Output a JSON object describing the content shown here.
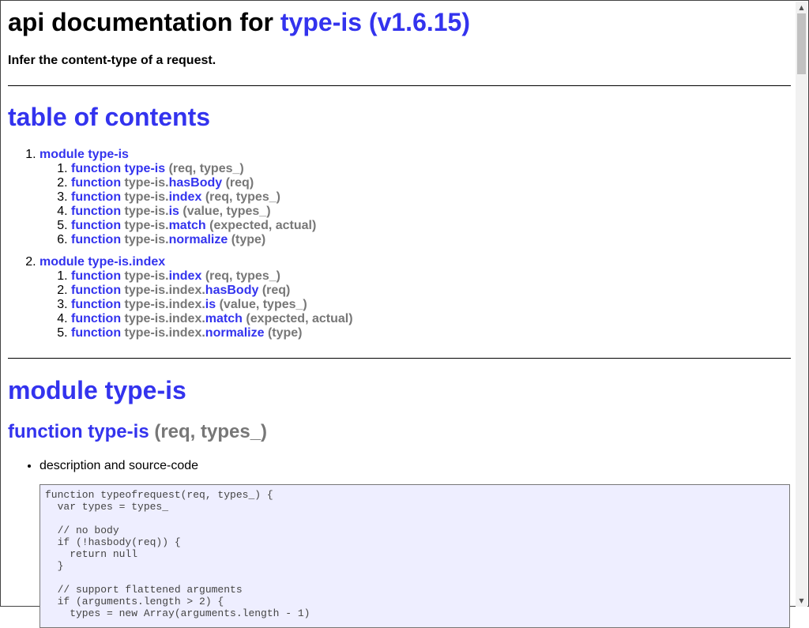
{
  "header": {
    "title_prefix": "api documentation for ",
    "title_link": "type-is (v1.6.15)",
    "subtitle": "Infer the content-type of a request."
  },
  "toc": {
    "heading": "table of contents",
    "modules": [
      {
        "label": "module type-is",
        "functions": [
          {
            "kw": "function",
            "prefix": "",
            "name": "type-is",
            "args": "(req, types_)"
          },
          {
            "kw": "function",
            "prefix": "type-is.",
            "name": "hasBody",
            "args": "(req)"
          },
          {
            "kw": "function",
            "prefix": "type-is.",
            "name": "index",
            "args": "(req, types_)"
          },
          {
            "kw": "function",
            "prefix": "type-is.",
            "name": "is",
            "args": "(value, types_)"
          },
          {
            "kw": "function",
            "prefix": "type-is.",
            "name": "match",
            "args": "(expected, actual)"
          },
          {
            "kw": "function",
            "prefix": "type-is.",
            "name": "normalize",
            "args": "(type)"
          }
        ]
      },
      {
        "label": "module type-is.index",
        "functions": [
          {
            "kw": "function",
            "prefix": "type-is.",
            "name": "index",
            "args": "(req, types_)"
          },
          {
            "kw": "function",
            "prefix": "type-is.index.",
            "name": "hasBody",
            "args": "(req)"
          },
          {
            "kw": "function",
            "prefix": "type-is.index.",
            "name": "is",
            "args": "(value, types_)"
          },
          {
            "kw": "function",
            "prefix": "type-is.index.",
            "name": "match",
            "args": "(expected, actual)"
          },
          {
            "kw": "function",
            "prefix": "type-is.index.",
            "name": "normalize",
            "args": "(type)"
          }
        ]
      }
    ]
  },
  "section": {
    "module_heading": "module type-is",
    "function_kw": "function type-is",
    "function_args": " (req, types_)",
    "desc_item": "description and source-code",
    "code": "function typeofrequest(req, types_) {\n  var types = types_\n\n  // no body\n  if (!hasbody(req)) {\n    return null\n  }\n\n  // support flattened arguments\n  if (arguments.length > 2) {\n    types = new Array(arguments.length - 1)"
  },
  "colors": {
    "link": "#3333ee",
    "muted": "#777777",
    "code_bg": "#eeeeff"
  }
}
